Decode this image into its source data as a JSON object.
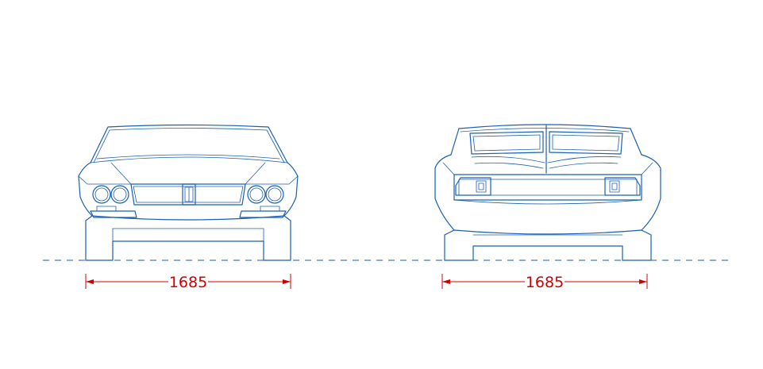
{
  "colors": {
    "outline": "#1a5fb4",
    "ground_line": "#1a5fb4",
    "dimension": "#d40000",
    "background": "#ffffff"
  },
  "views": [
    {
      "view": "front",
      "track_width_label": "1685"
    },
    {
      "view": "rear",
      "track_width_label": "1685"
    }
  ]
}
